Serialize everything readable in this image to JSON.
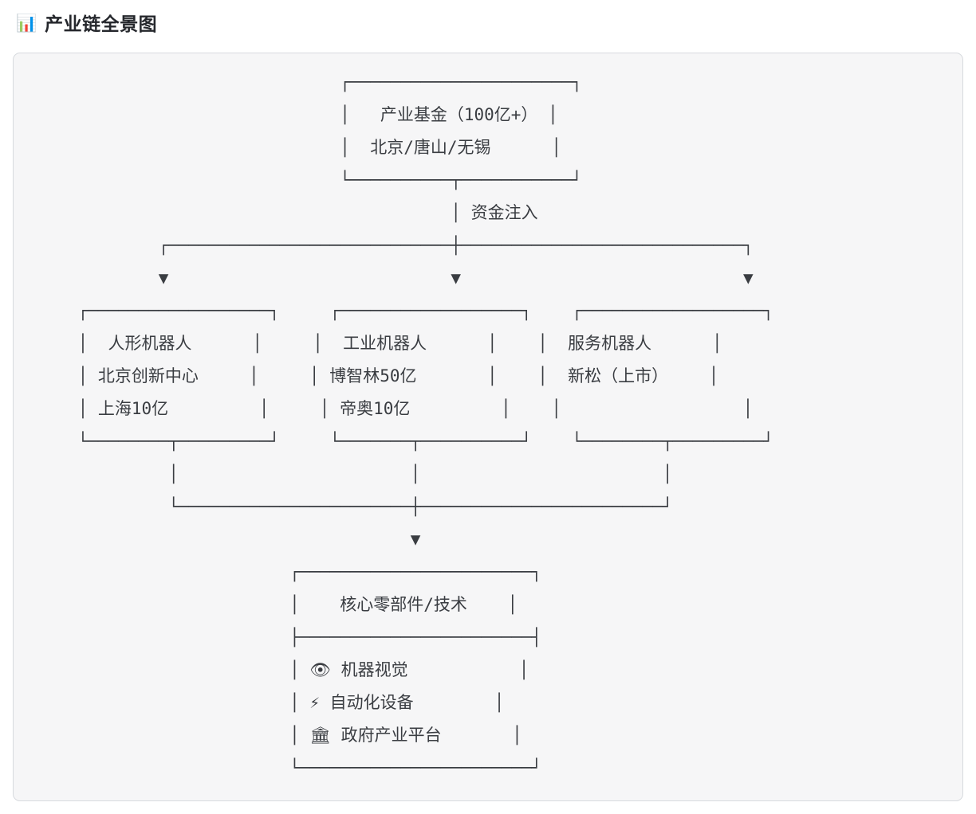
{
  "header": {
    "icon": "📊",
    "title": "产业链全景图"
  },
  "diagram": {
    "lines": [
      "                              ┌──────────────────────┐",
      "                              │   产业基金（100亿+） │",
      "                              │  北京/唐山/无锡      │",
      "                              └──────────┬───────────┘",
      "                                         │ 资金注入",
      "            ┌────────────────────────────┼────────────────────────────┐",
      "            ▼                            ▼                            ▼",
      "    ┌──────────────────┐     ┌──────────────────┐    ┌──────────────────┐",
      "    │  人形机器人      │     │  工业机器人      │    │  服务机器人      │",
      "    │ 北京创新中心     │     │ 博智林50亿       │    │  新松（上市）    │",
      "    │ 上海10亿         │     │ 帝奥10亿         │    │                  │",
      "    └────────┬─────────┘     └───────┬──────────┘    └────────┬─────────┘",
      "             │                       │                        │",
      "             └───────────────────────┼────────────────────────┘",
      "                                     ▼",
      "                         ┌───────────────────────┐",
      "                         │    核心零部件/技术    │",
      "                         ├───────────────────────┤",
      "                         │ 👁 机器视觉           │",
      "                         │ ⚡ 自动化设备        │",
      "                         │ 🏛 政府产业平台       │",
      "                         └───────────────────────┘"
    ]
  }
}
